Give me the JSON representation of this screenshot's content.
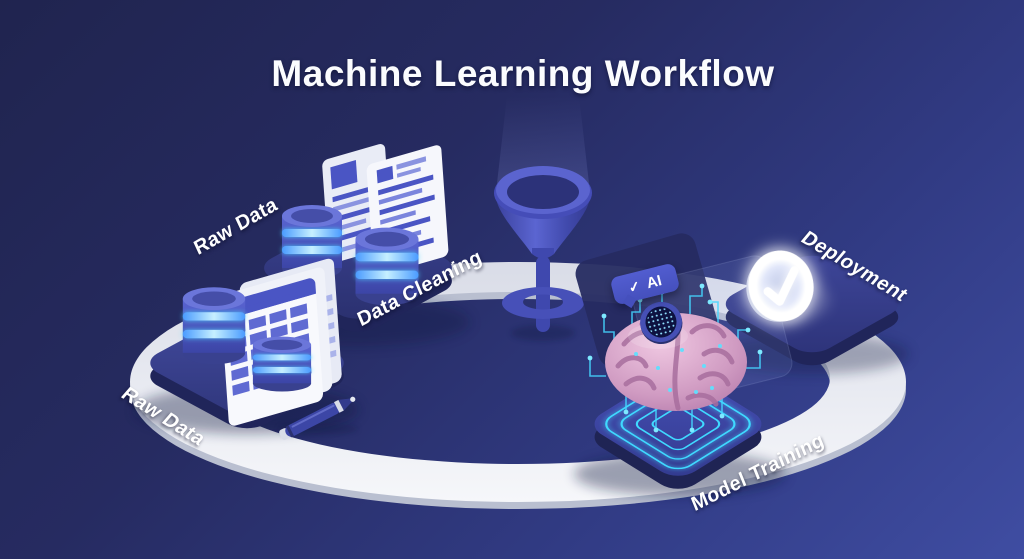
{
  "labels": {
    "title": "Machine Learning Workflow",
    "raw_data_top": "Raw Data",
    "data_cleaning": "Data Cleaning",
    "raw_data_left": "Raw Data",
    "model_training": "Model Training",
    "deployment": "Deployment"
  },
  "ai_badge": {
    "check": "✓",
    "text": "AI"
  },
  "workflow_sequence": [
    "Raw Data",
    "Data Cleaning",
    "Model Training",
    "Deployment"
  ],
  "stations": [
    {
      "label": "Raw Data",
      "icon": "database-cylinders-and-spreadsheet-stack"
    },
    {
      "label": "Data Cleaning",
      "icon": "database-cylinders-and-document-cards"
    },
    {
      "label": "Model Training",
      "icon": "pink-brain-on-glowing-circuit-platform"
    },
    {
      "label": "Deployment",
      "icon": "glowing-check-circle-coin"
    }
  ],
  "icons": {
    "funnel": "funnel-icon",
    "database": "database-icon",
    "document": "document-icon",
    "spreadsheet": "spreadsheet-icon",
    "brain": "brain-icon",
    "check_circle": "check-circle-icon",
    "ai_badge": "ai-badge",
    "dotted_sphere": "dotted-sphere-icon",
    "pen": "pen-icon",
    "ring": "workflow-ring"
  },
  "colors": {
    "background_top": "#20244f",
    "background_bottom": "#3f4da2",
    "ring_white": "#eef0f6",
    "platform_top": "#363d86",
    "platform_side": "#20255a",
    "database_blue": "#4a55c8",
    "glow_cyan": "#49d7ff",
    "document_white": "#f6f7fc",
    "document_accent": "#4a55c4",
    "brain_pink": "#d8a3c9",
    "badge_blue": "#4953c4",
    "check_white": "#ffffff",
    "label_text": "#ffffff"
  }
}
